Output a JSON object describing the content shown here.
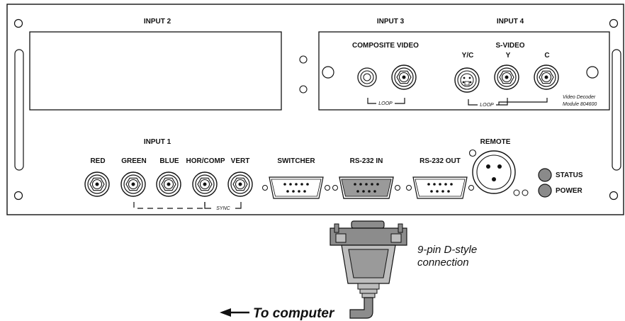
{
  "panel": {
    "input2": "INPUT 2",
    "input3": "INPUT 3",
    "input4": "INPUT 4",
    "input1": "INPUT 1",
    "composite_video": "COMPOSITE VIDEO",
    "s_video": "S-VIDEO",
    "yc": "Y/C",
    "y": "Y",
    "c": "C",
    "loop": "LOOP",
    "decoder_line1": "Video Decoder",
    "decoder_line2": "Module 804600",
    "red": "RED",
    "green": "GREEN",
    "blue": "BLUE",
    "horcomp": "HOR/COMP",
    "vert": "VERT",
    "sync": "SYNC",
    "switcher": "SWITCHER",
    "rs232_in": "RS-232 IN",
    "rs232_out": "RS-232 OUT",
    "remote": "REMOTE",
    "status": "STATUS",
    "power": "POWER"
  },
  "callout": {
    "line1": "9-pin D-style",
    "line2": "connection",
    "to_computer": "To computer"
  }
}
